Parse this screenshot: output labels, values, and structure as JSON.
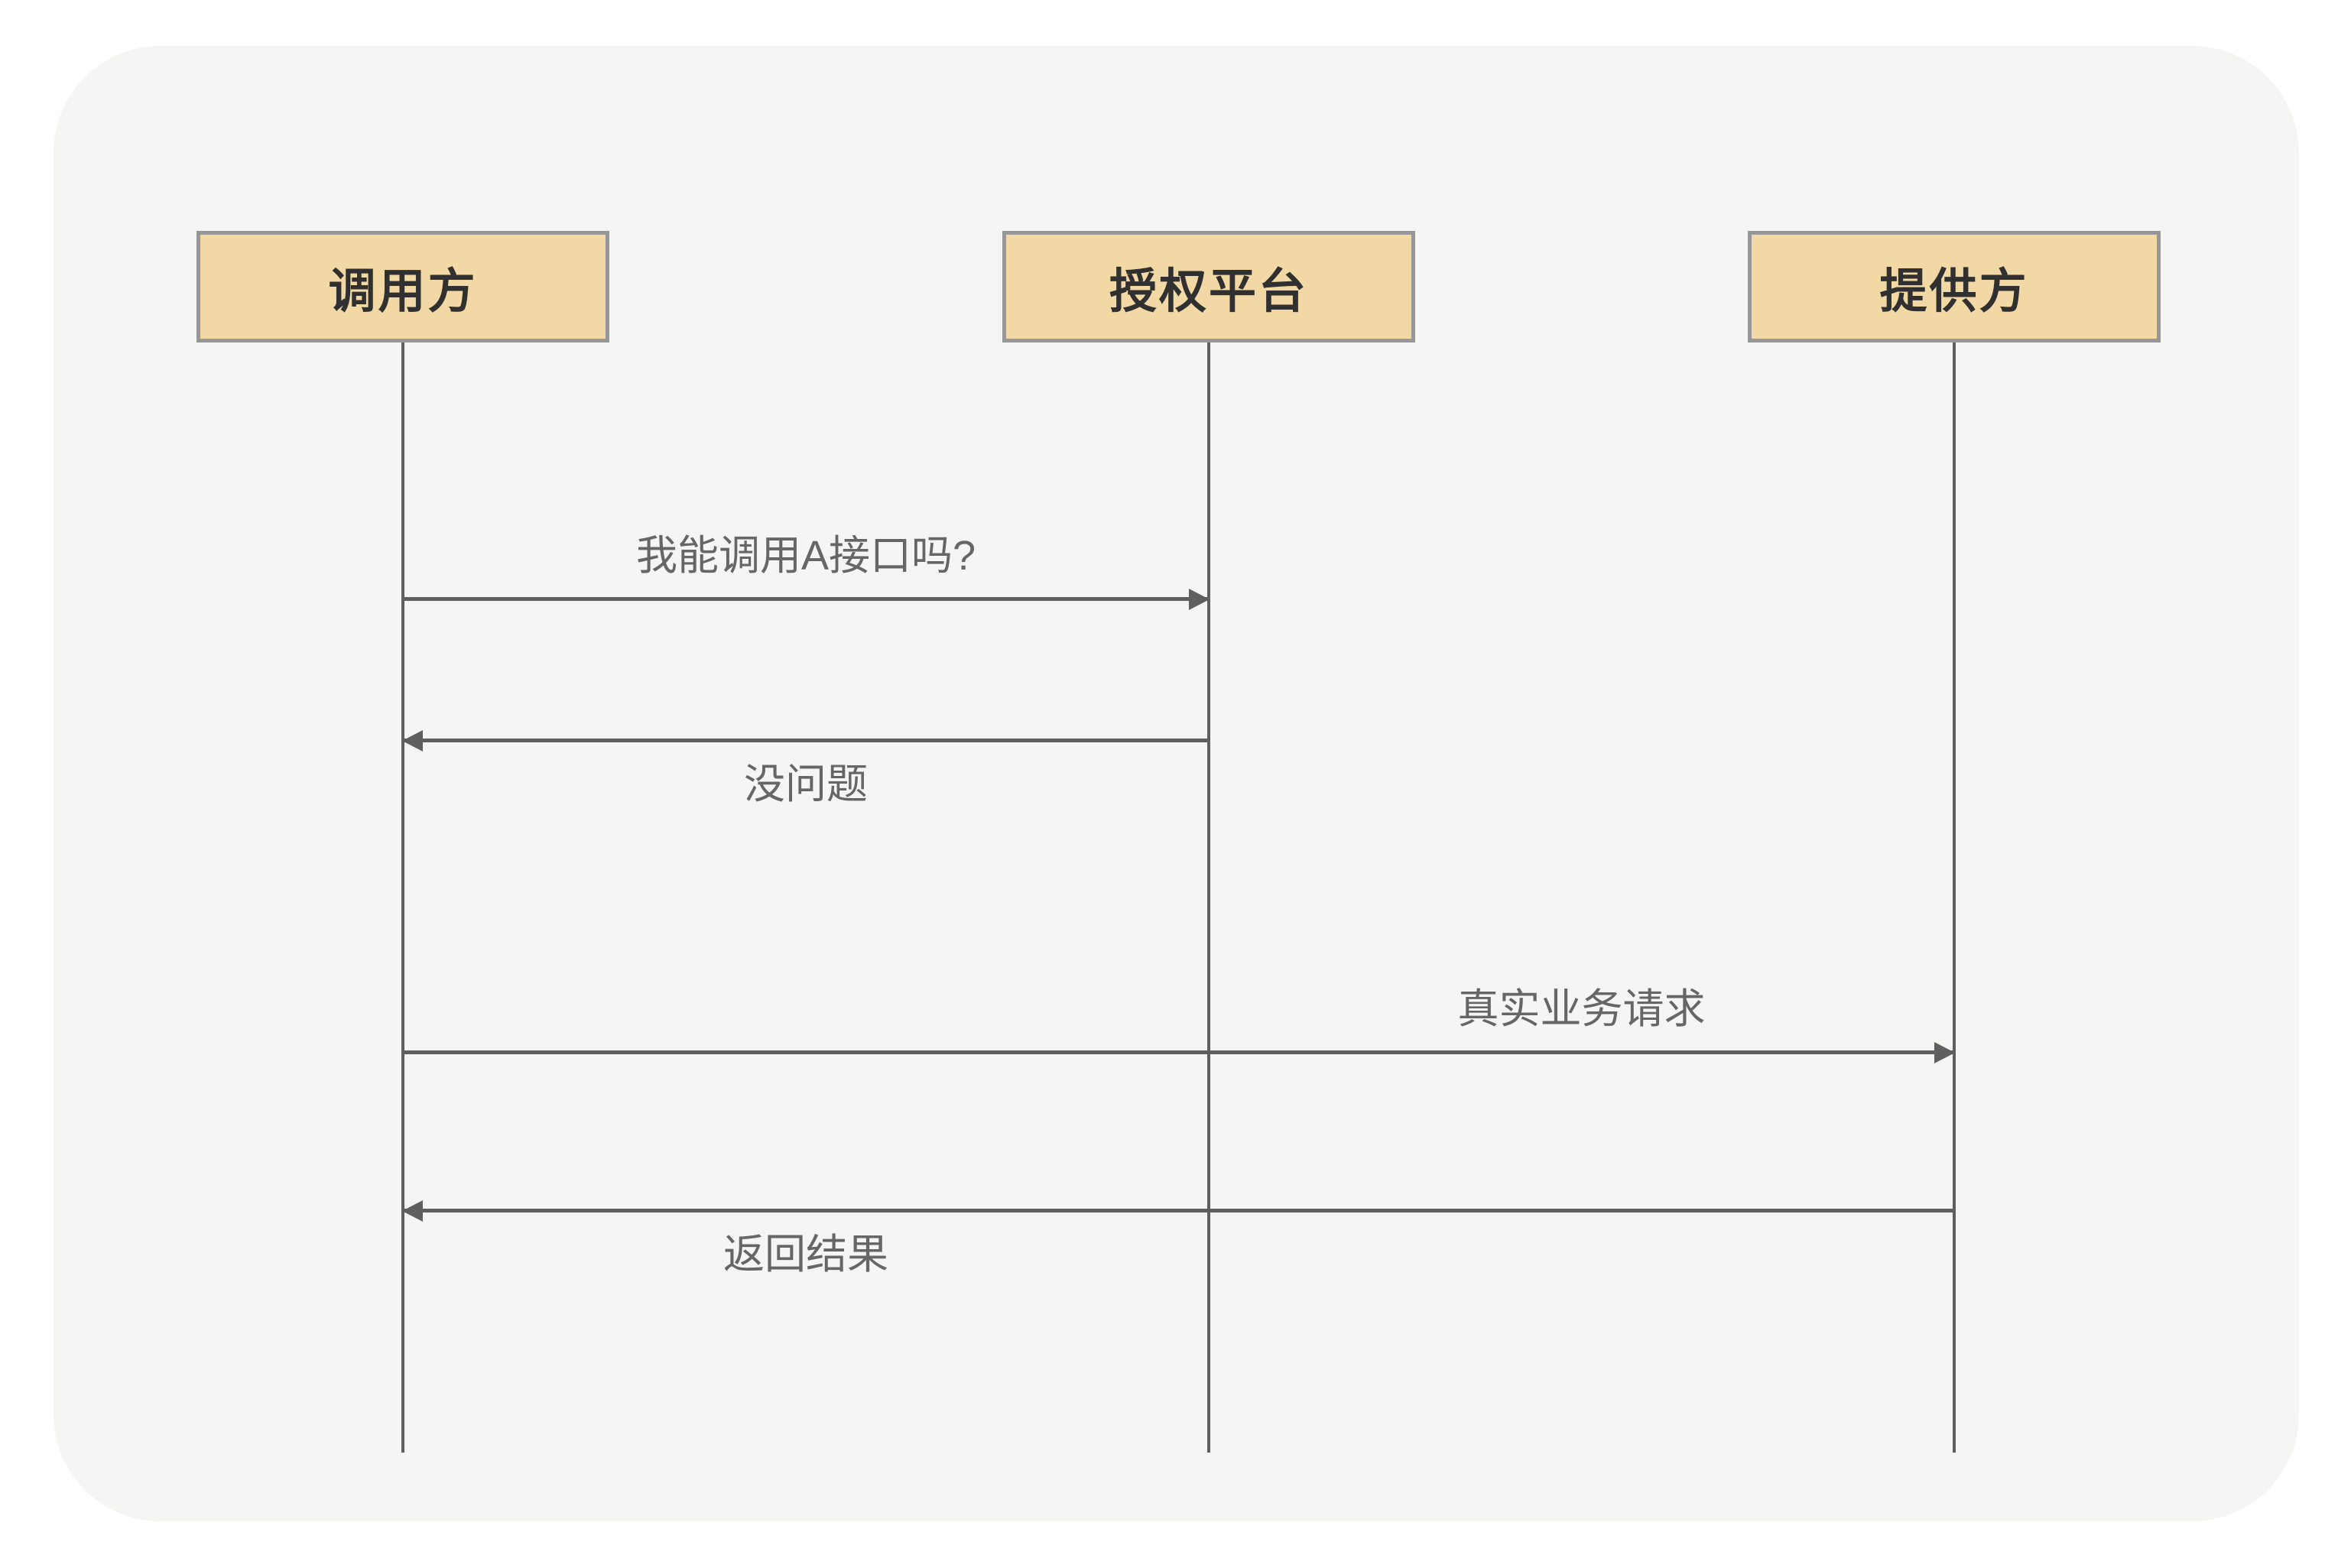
{
  "diagram": {
    "type": "sequence-diagram",
    "actors": [
      {
        "id": "caller",
        "label": "调用方"
      },
      {
        "id": "auth-platform",
        "label": "授权平台"
      },
      {
        "id": "provider",
        "label": "提供方"
      }
    ],
    "messages": [
      {
        "text": "我能调用A接口吗?",
        "from": "caller",
        "to": "auth-platform",
        "direction": "right",
        "label_position": "above"
      },
      {
        "text": "没问题",
        "from": "auth-platform",
        "to": "caller",
        "direction": "left",
        "label_position": "below"
      },
      {
        "text": "真实业务请求",
        "from": "caller",
        "to": "provider",
        "direction": "right",
        "label_position": "above"
      },
      {
        "text": "返回结果",
        "from": "provider",
        "to": "caller",
        "direction": "left",
        "label_position": "below"
      }
    ],
    "colors": {
      "page_background": "#ffffff",
      "canvas_background": "#f5f5f3",
      "actor_fill": "#f2d8a4",
      "actor_border": "#979797",
      "actor_text": "#303030",
      "line": "#5f5f5f",
      "message_text": "#666666"
    }
  }
}
